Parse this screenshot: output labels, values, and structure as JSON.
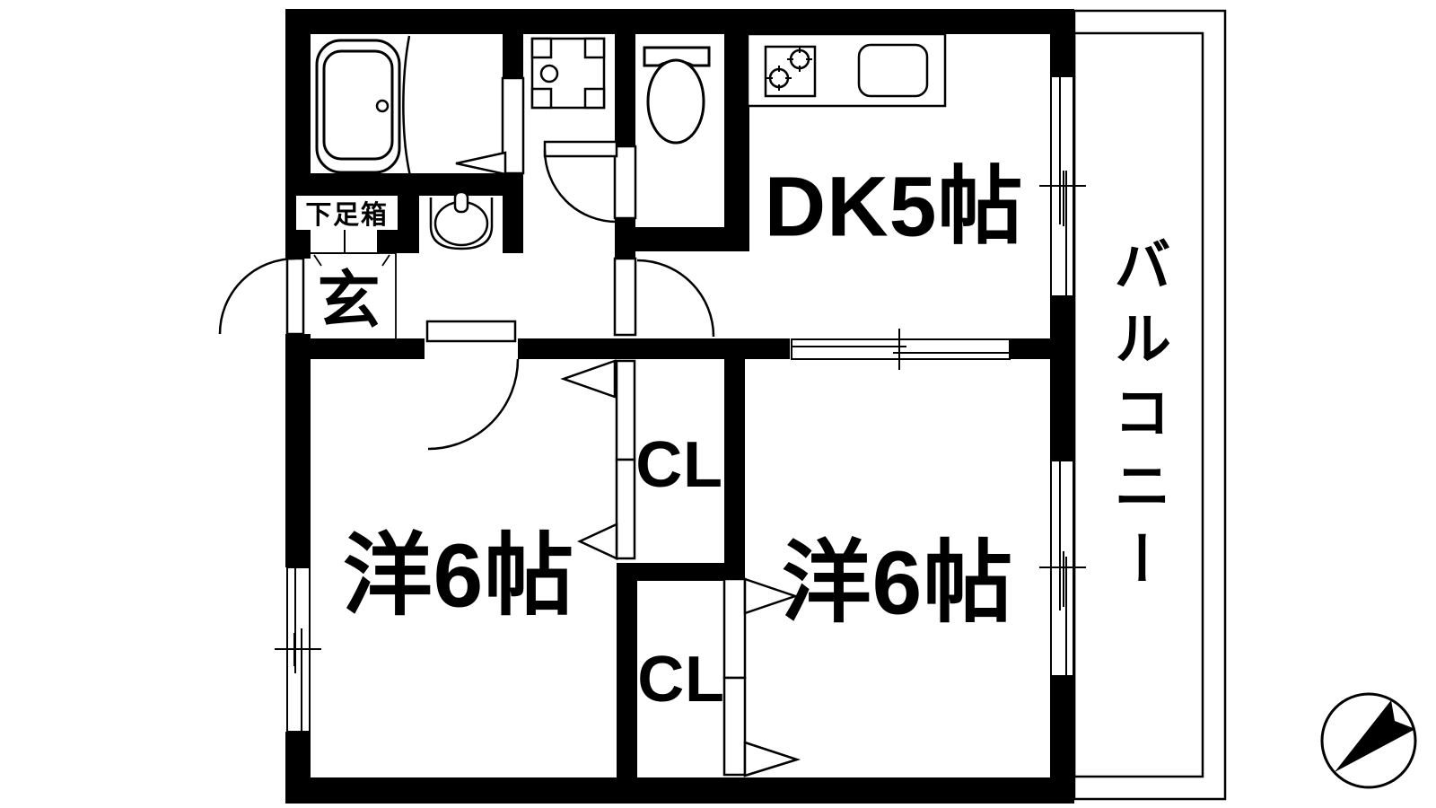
{
  "title": "apartment-floor-plan",
  "rooms": {
    "dk": {
      "label": "DK5帖"
    },
    "bedroom_left": {
      "label": "洋6帖"
    },
    "bedroom_right": {
      "label": "洋6帖"
    },
    "closet_upper": {
      "label": "CL"
    },
    "closet_lower": {
      "label": "CL"
    },
    "balcony": {
      "label": "バルコニー"
    },
    "entrance": {
      "label": "玄"
    },
    "shoe_cabinet": {
      "label": "下足箱"
    }
  },
  "icons": {
    "bathtub": "rounded-rect-tub",
    "washbasin": "oval-basin-with-tap",
    "washing_machine_pan": "square-pan-corner-pads",
    "toilet": "tank-and-bowl",
    "stove": "two-burner-cooktop",
    "kitchen_sink": "rounded-rect-sink",
    "north_arrow": "compass-circle-dart-pointing-northeast",
    "sliding_window": "double-line-window",
    "hinged_door": "quarter-circle-swing"
  },
  "colors": {
    "wall": "#000000",
    "line": "#000000",
    "background": "#ffffff"
  }
}
